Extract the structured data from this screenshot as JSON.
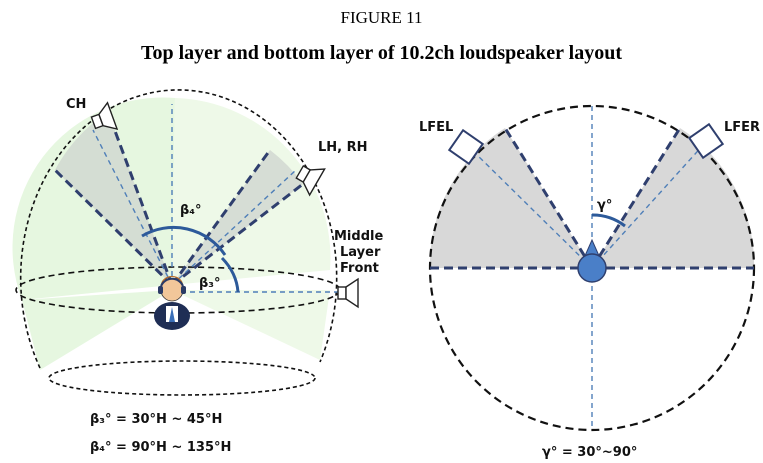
{
  "figure": {
    "number": "FIGURE 11",
    "title": "Top layer and bottom layer of 10.2ch loudspeaker layout"
  },
  "left_diagram": {
    "labels": {
      "ch": "CH",
      "lh_rh": "LH, RH",
      "middle_layer_1": "Middle",
      "middle_layer_2": "Layer",
      "middle_layer_3": "Front",
      "beta4": "β₄°",
      "beta3": "β₃°"
    },
    "equations": {
      "beta3_range": "β₃° = 30°H ~ 45°H",
      "beta4_range": "β₄° = 90°H ~ 135°H"
    }
  },
  "right_diagram": {
    "labels": {
      "lfel": "LFEL",
      "lfer": "LFER",
      "gamma": "γ°"
    },
    "equations": {
      "gamma_range": "γ° = 30°~90°"
    }
  },
  "colors": {
    "outline": "#111111",
    "navy_dashed": "#2f3f6e",
    "light_blue_dashed": "#4f7fb8",
    "arc_blue": "#2d5a9a",
    "green_fill": "#e6f7e0",
    "grey_fill": "#d4d4d4",
    "listener_dot": "#4a7fc8"
  }
}
